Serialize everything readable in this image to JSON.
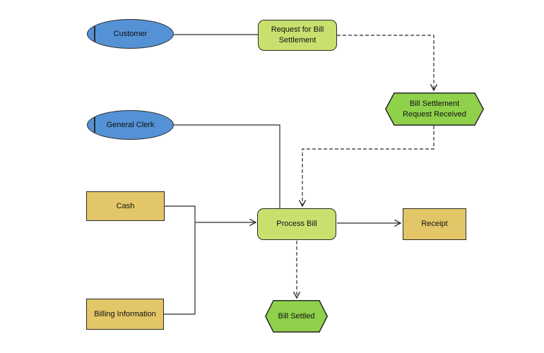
{
  "canvas": {
    "background": "#ffffff",
    "line_color": "#2a2a2a",
    "text_color": "#111111"
  },
  "nodes": {
    "customer": {
      "label": "Customer",
      "shape": "role-ellipse",
      "fill": "#5591d5"
    },
    "general_clerk": {
      "label": "General Clerk",
      "shape": "role-ellipse",
      "fill": "#5591d5"
    },
    "request_for_bill_settlement": {
      "label": "Request for Bill Settlement",
      "shape": "function-rounded-rect",
      "fill": "#c8e06e"
    },
    "bill_settlement_request_received": {
      "label": "Bill Settlement Request Received",
      "shape": "event-hexagon",
      "fill": "#8fd14b"
    },
    "process_bill": {
      "label": "Process Bill",
      "shape": "function-rounded-rect",
      "fill": "#c8e06e"
    },
    "receipt": {
      "label": "Receipt",
      "shape": "document-rect",
      "fill": "#e3c667"
    },
    "cash": {
      "label": "Cash",
      "shape": "document-rect",
      "fill": "#e3c667"
    },
    "billing_information": {
      "label": "Billing Information",
      "shape": "document-rect",
      "fill": "#e3c667"
    },
    "bill_settled": {
      "label": "Bill Settled",
      "shape": "event-hexagon",
      "fill": "#8fd14b"
    }
  },
  "connectors": [
    {
      "from": "customer",
      "to": "request_for_bill_settlement",
      "line": "solid",
      "arrow": false
    },
    {
      "from": "request_for_bill_settlement",
      "to": "bill_settlement_request_received",
      "line": "dashed",
      "arrow": true
    },
    {
      "from": "bill_settlement_request_received",
      "to": "process_bill",
      "line": "dashed",
      "arrow": true
    },
    {
      "from": "general_clerk",
      "to": "process_bill",
      "line": "solid",
      "arrow": false
    },
    {
      "from": "cash",
      "to": "process_bill",
      "line": "solid",
      "arrow": true
    },
    {
      "from": "billing_information",
      "to": "process_bill",
      "line": "solid",
      "arrow": true
    },
    {
      "from": "process_bill",
      "to": "receipt",
      "line": "solid",
      "arrow": true
    },
    {
      "from": "process_bill",
      "to": "bill_settled",
      "line": "dashed",
      "arrow": true
    }
  ]
}
